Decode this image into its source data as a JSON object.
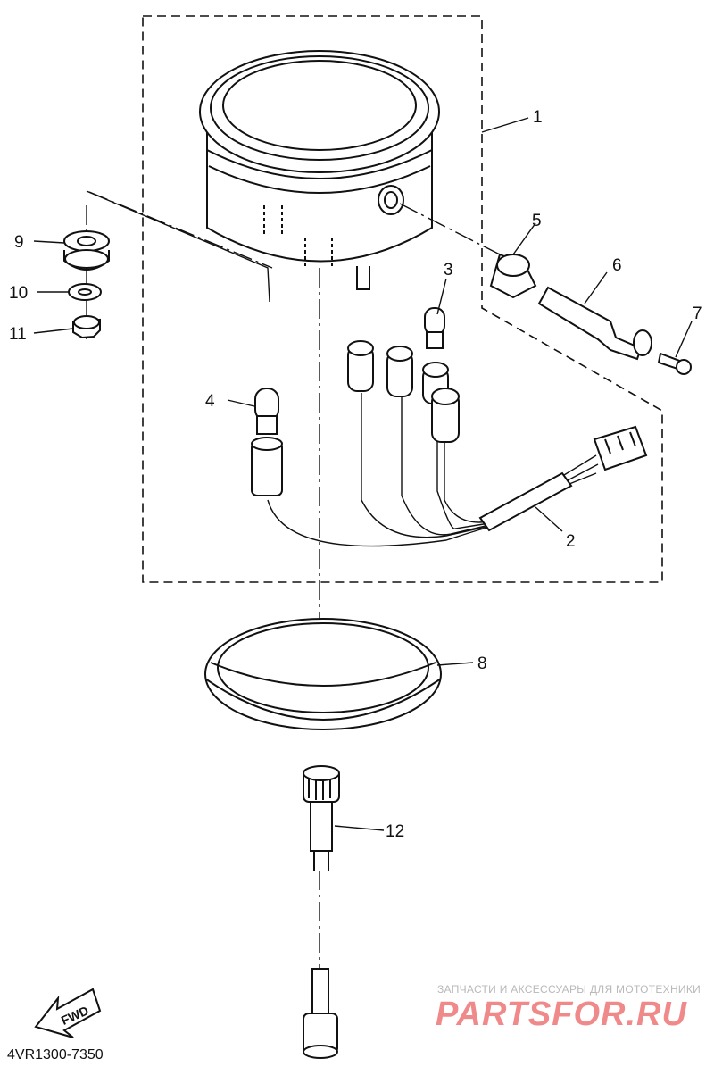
{
  "diagram": {
    "part_labels": [
      "1",
      "2",
      "3",
      "4",
      "5",
      "6",
      "7",
      "8",
      "9",
      "10",
      "11",
      "12"
    ],
    "part_number": "4VR1300-7350",
    "fwd_label": "FWD",
    "watermark": {
      "tagline": "ЗАПЧАСТИ И АКСЕССУАРЫ ДЛЯ МОТОТЕХНИКИ",
      "brand": "PARTSFOR.RU"
    }
  }
}
